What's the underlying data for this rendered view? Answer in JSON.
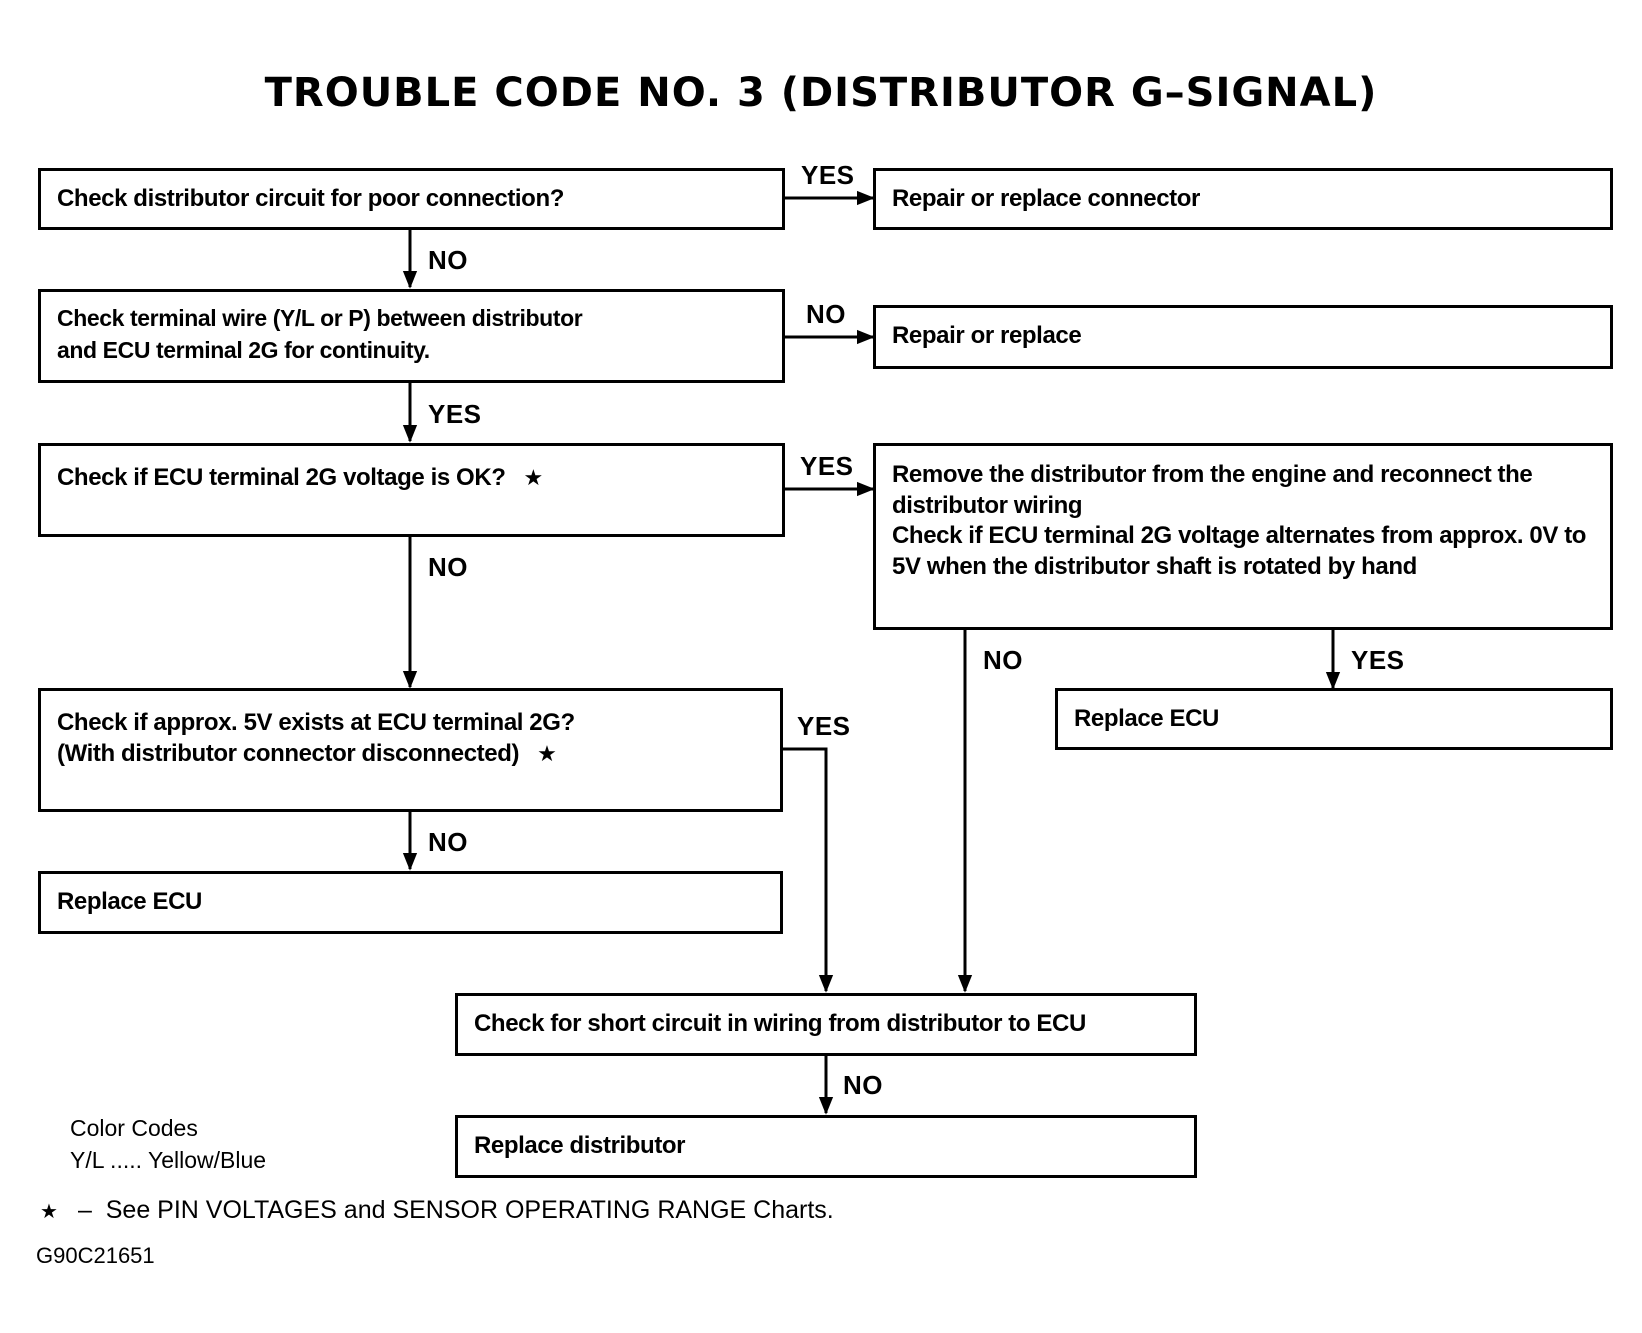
{
  "title": "TROUBLE CODE NO. 3 (DISTRIBUTOR G–SIGNAL)",
  "boxes": {
    "b1": "Check distributor circuit for poor connection?",
    "b1r": "Repair or replace connector",
    "b2": "Check terminal wire (Y/L or P) between distributor\nand ECU terminal 2G for continuity.",
    "b2r": "Repair or replace",
    "b3": "Check if ECU terminal 2G voltage is OK?",
    "b3r": "Remove the distributor from the engine and reconnect the distributor wiring\nCheck if ECU terminal 2G voltage alternates from approx. 0V to 5V when the distributor shaft is rotated by hand",
    "b4": "Check if approx. 5V exists at ECU terminal 2G?\n(With distributor connector disconnected)",
    "b4n": "Replace ECU",
    "b3ry": "Replace ECU",
    "b5": "Check for short circuit in wiring from distributor to ECU",
    "b6": "Replace distributor"
  },
  "labels": {
    "yes1": "YES",
    "no1": "NO",
    "no2r": "NO",
    "yes2": "YES",
    "yes3r": "YES",
    "no3": "NO",
    "no3r": "NO",
    "yes3ry": "YES",
    "yes4": "YES",
    "no4": "NO",
    "no5": "NO"
  },
  "star_symbol": "★",
  "legend": {
    "heading": "Color Codes",
    "entry": "Y/L ..... Yellow/Blue"
  },
  "footnote": {
    "dash": "–",
    "text": "See PIN VOLTAGES and SENSOR OPERATING RANGE Charts."
  },
  "figure_id": "G90C21651"
}
